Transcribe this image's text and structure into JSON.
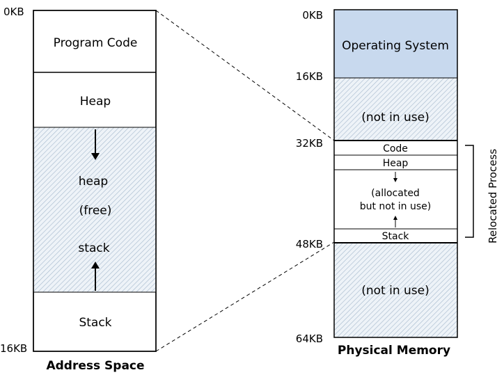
{
  "address_space": {
    "caption": "Address Space",
    "start_label": "0KB",
    "end_label": "16KB",
    "segments": {
      "code": "Program Code",
      "heap": "Heap",
      "free_heap": "heap",
      "free": "(free)",
      "free_stack": "stack",
      "stack": "Stack"
    }
  },
  "physical_memory": {
    "caption": "Physical Memory",
    "addresses": [
      "0KB",
      "16KB",
      "32KB",
      "48KB",
      "64KB"
    ],
    "segments": {
      "os": "Operating System",
      "unused_top": "(not in use)",
      "code": "Code",
      "heap": "Heap",
      "allocated_line1": "(allocated",
      "allocated_line2": "but not in use)",
      "stack": "Stack",
      "unused_bottom": "(not in use)"
    },
    "bracket_label": "Relocated Process"
  },
  "colors": {
    "os_fill": "#c8d9ee",
    "hatch": "#a9bccf",
    "hatch_bg": "#eef3f8"
  }
}
